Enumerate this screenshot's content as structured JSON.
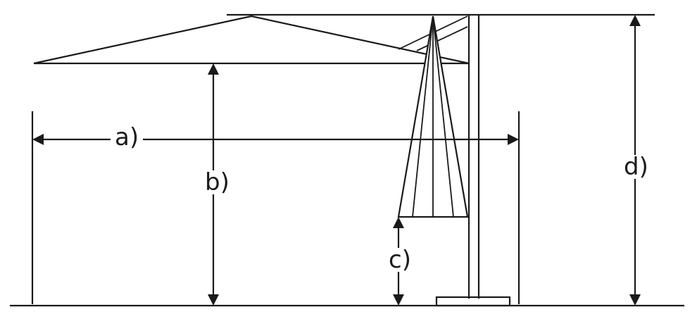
{
  "labels": {
    "a": "a)",
    "b": "b)",
    "c": "c)",
    "d": "d)"
  },
  "colors": {
    "line": "#1a1a1a",
    "background": "#ffffff"
  }
}
